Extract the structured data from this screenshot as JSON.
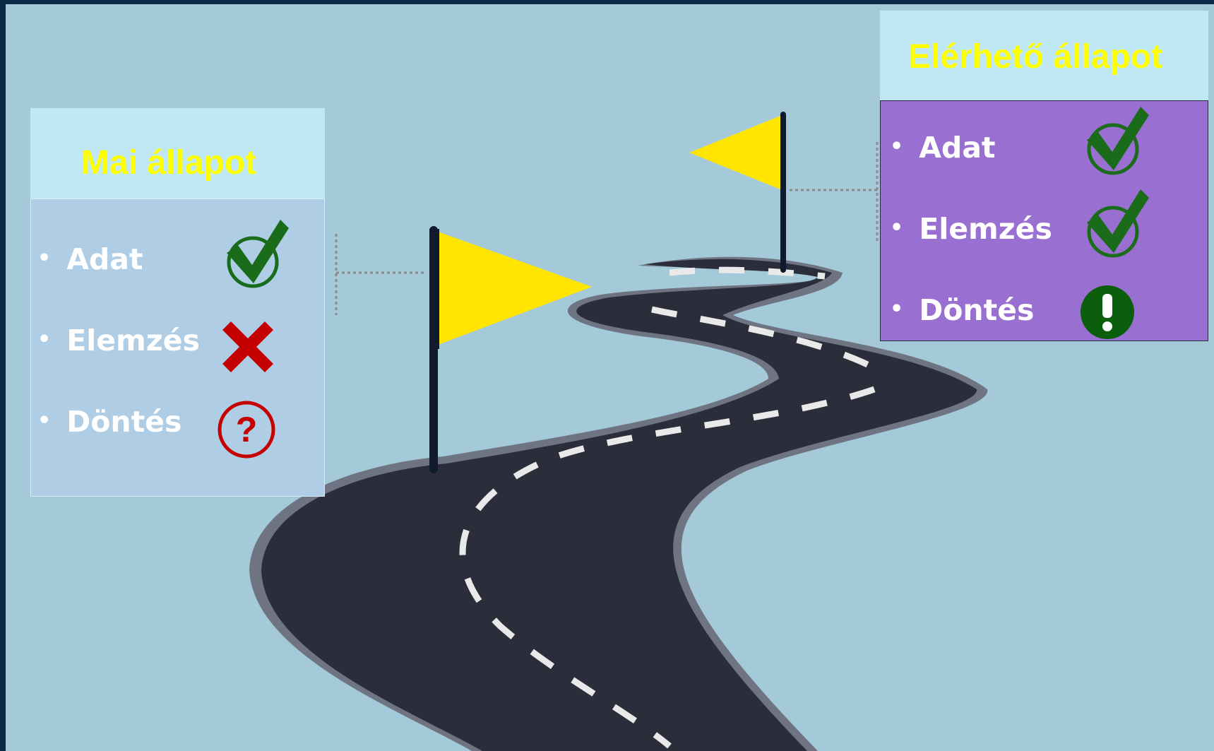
{
  "left_panel": {
    "title": "Mai állapot",
    "items": [
      {
        "label": "Adat",
        "status": "check-icon"
      },
      {
        "label": "Elemzés",
        "status": "cross-icon"
      },
      {
        "label": "Döntés",
        "status": "question-icon"
      }
    ]
  },
  "right_panel": {
    "title": "Elérhető állapot",
    "items": [
      {
        "label": "Adat",
        "status": "check-icon"
      },
      {
        "label": "Elemzés",
        "status": "check-icon"
      },
      {
        "label": "Döntés",
        "status": "exclamation-icon"
      }
    ]
  },
  "colors": {
    "sky": "#a4cad9",
    "frame": "#0c2a48",
    "left_title_bg": "#bfe7f4",
    "left_body_bg": "#afcde4",
    "right_title_bg": "#bfe7f4",
    "right_body_bg": "#9a6fd2",
    "title_text": "#ffff00",
    "flag": "#ffe500",
    "road": "#2b2e3a",
    "check": "#1a6b1a",
    "cross": "#c40000"
  }
}
